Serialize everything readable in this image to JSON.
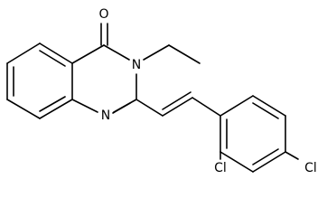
{
  "molecule": {
    "atom_labels": {
      "carbonyl_oxygen": "O",
      "ring_nitrogen_3": "N",
      "ring_nitrogen_1": "N",
      "chlorine_ortho": "Cl",
      "chlorine_para": "Cl"
    },
    "colors": {
      "bond": "#000000",
      "label": "#000000",
      "background": "#ffffff"
    }
  }
}
